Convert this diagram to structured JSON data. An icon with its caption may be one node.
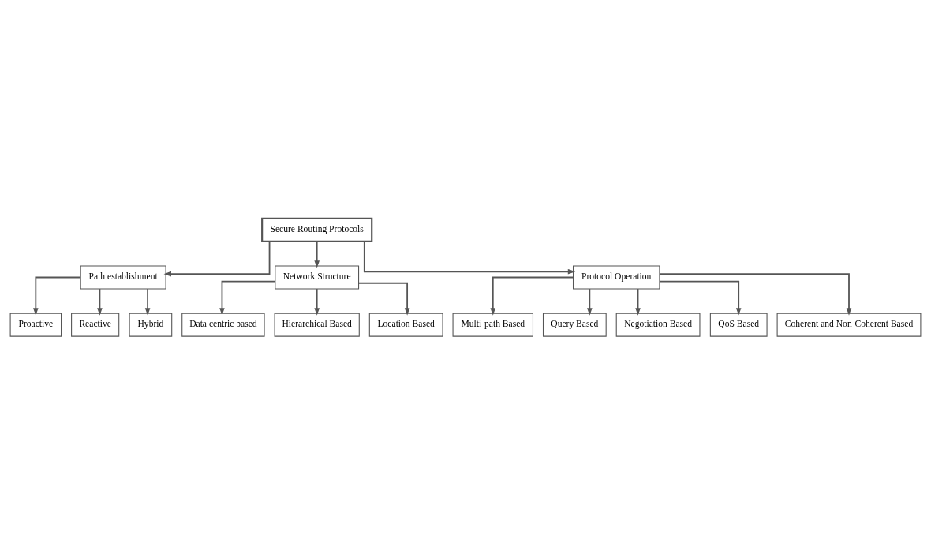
{
  "diagram": {
    "nodes": [
      {
        "text": [
          "Secure Routing Protocols"
        ]
      },
      {
        "text": [
          "Path establishment"
        ]
      },
      {
        "text": [
          "Network Structure"
        ]
      },
      {
        "text": [
          "Protocol Operation"
        ]
      },
      {
        "text": [
          "Proactive"
        ]
      },
      {
        "text": [
          "Reactive"
        ]
      },
      {
        "text": [
          "Hybrid"
        ]
      },
      {
        "text": [
          "Data centric based"
        ]
      },
      {
        "text": [
          "Hierarchical Based"
        ]
      },
      {
        "text": [
          "Location Based"
        ]
      },
      {
        "text": [
          "Multi-path Based"
        ]
      },
      {
        "text": [
          "Query Based"
        ]
      },
      {
        "text": [
          "Negotiation Based"
        ]
      },
      {
        "text": [
          "QoS Based"
        ]
      },
      {
        "text": [
          "Coherent and Non-Coherent Based"
        ]
      }
    ],
    "edges": [
      {
        "from": 0,
        "to": 1,
        "arrow": "to"
      },
      {
        "from": 0,
        "to": 2,
        "arrow": "to"
      },
      {
        "from": 0,
        "to": 3,
        "arrow": "to"
      },
      {
        "from": 1,
        "to": 4,
        "arrow": "to"
      },
      {
        "from": 1,
        "to": 5,
        "arrow": "to"
      },
      {
        "from": 1,
        "to": 6,
        "arrow": "to"
      },
      {
        "from": 2,
        "to": 7,
        "arrow": "to"
      },
      {
        "from": 2,
        "to": 8,
        "arrow": "to"
      },
      {
        "from": 2,
        "to": 9,
        "arrow": "to"
      },
      {
        "from": 3,
        "to": 10,
        "arrow": "to"
      },
      {
        "from": 3,
        "to": 11,
        "arrow": "to"
      },
      {
        "from": 3,
        "to": 12,
        "arrow": "to"
      },
      {
        "from": 3,
        "to": 13,
        "arrow": "to"
      },
      {
        "from": 3,
        "to": 14,
        "arrow": "to"
      }
    ]
  }
}
